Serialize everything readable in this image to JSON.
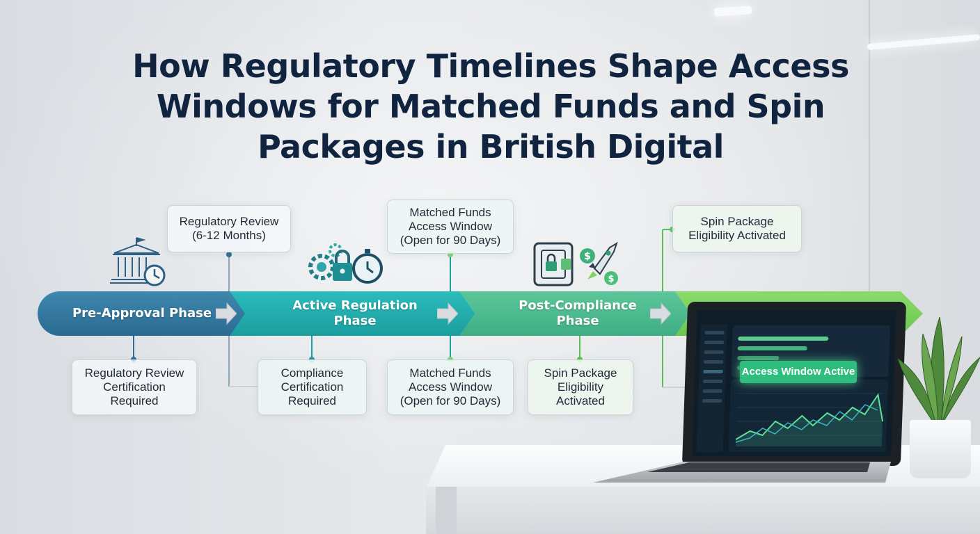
{
  "title": "How Regulatory Timelines Shape Access Windows for Matched Funds and Spin Packages in British Digital",
  "phases": [
    {
      "label": "Pre-Approval Phase",
      "color": "#2f76a0"
    },
    {
      "label": "Active Regulation Phase",
      "color": "#23aeae"
    },
    {
      "label": "Post-Compliance Phase",
      "color": "#4bb88d"
    },
    {
      "label": "",
      "color": "#7fd35f"
    }
  ],
  "top_boxes": [
    "Regulatory Review (6-12 Months)",
    "Matched Funds Access Window (Open for 90 Days)",
    "Spin Package Eligibility Activated"
  ],
  "bottom_boxes": [
    "Regulatory Review Certification Required",
    "Compliance Certification Required",
    "Matched Funds Access Window (Open for 90 Days)",
    "Spin Package Eligibility Activated"
  ],
  "icons": [
    "government-building-clock-icon",
    "gears-lock-stopwatch-icon",
    "vault-money-rocket-icon"
  ],
  "laptop": {
    "badge": "Access Window Active"
  }
}
